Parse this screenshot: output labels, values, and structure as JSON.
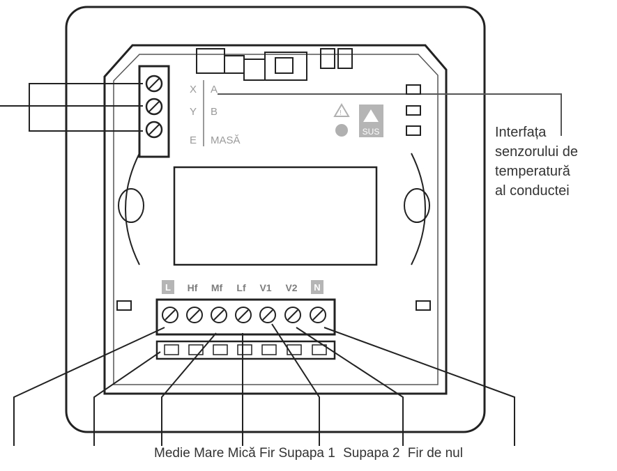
{
  "sensor_labels": {
    "left": [
      "X",
      "Y",
      "E"
    ],
    "right": [
      "A",
      "B",
      "MASĂ"
    ]
  },
  "status_badge": "SUS",
  "terminal_labels": [
    "L",
    "Hf",
    "Mf",
    "Lf",
    "V1",
    "V2",
    "N"
  ],
  "callout_lines": [
    "Interfața",
    "senzorului de",
    "temperatură",
    "al conductei"
  ],
  "bottom_labels": [
    "Medie",
    "Mare",
    "Mică",
    "Fir",
    "Supapa 1",
    "Supapa 2",
    "Fir de nul"
  ]
}
